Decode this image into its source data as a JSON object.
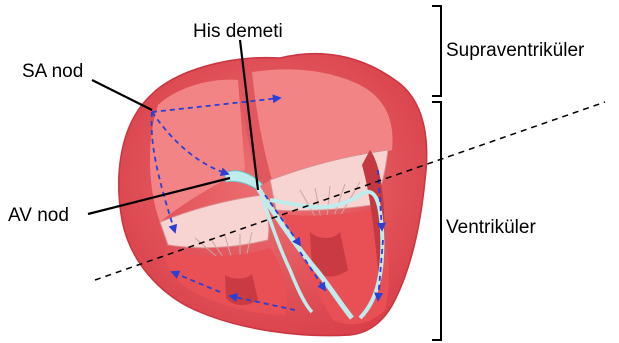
{
  "labels": {
    "sa_node": "SA nod",
    "his_bundle": "His demeti",
    "av_node": "AV nod",
    "supraventricular": "Supraventriküler",
    "ventricular": "Ventriküler"
  },
  "colors": {
    "myocardium": "#e8535a",
    "chamber": "#f27f80",
    "valve": "#f6d4d2",
    "conduction": "#bfecec",
    "signal_arrow": "#2a3fd6"
  },
  "icons": [
    "heart-cross-section",
    "bracket",
    "dashed-arrow"
  ]
}
